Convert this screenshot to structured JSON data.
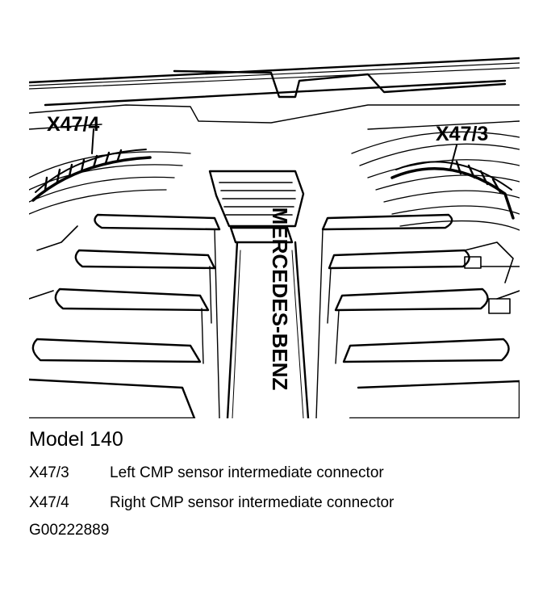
{
  "figure": {
    "callouts": {
      "left": "X47/4",
      "right": "X47/3"
    },
    "intake_text": "MERCEDES-BENZ"
  },
  "caption": {
    "title": "Model 140",
    "legend": [
      {
        "code": "X47/3",
        "description": "Left CMP sensor intermediate connector"
      },
      {
        "code": "X47/4",
        "description": "Right CMP sensor intermediate connector"
      }
    ],
    "figure_id": "G00222889"
  }
}
